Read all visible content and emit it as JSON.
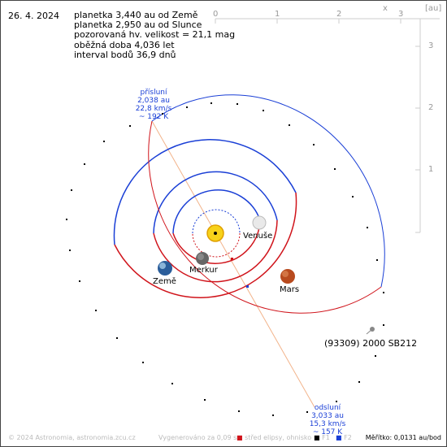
{
  "date": "26. 4. 2024",
  "info": {
    "line1": "planetka 3,440 au od Země",
    "line2": "planetka 2,950 au od Slunce",
    "line3": "pozorovaná hv. velikost = 21,1 mag",
    "line4": "oběžná doba 4,036 let",
    "line5": "interval bodů 36,9 dnů"
  },
  "axes": {
    "x_ticks": [
      "0",
      "1",
      "2",
      "3"
    ],
    "y_ticks": [
      "3",
      "2",
      "1"
    ],
    "x_name": "x",
    "unit": "[au]"
  },
  "perihelion": {
    "title": "přísluní",
    "distance": "2,038 au",
    "speed": "22,8 km/s",
    "temp": "~ 192 K"
  },
  "aphelion": {
    "title": "odsluní",
    "distance": "3,033 au",
    "speed": "15,3 km/s",
    "temp": "~ 157 K"
  },
  "labels": {
    "venus": "Venuše",
    "mercury": "Merkur",
    "earth": "Země",
    "mars": "Mars",
    "asteroid": "(93309) 2000 SB212"
  },
  "footer": {
    "copyright": "© 2024 Astronomia, astronomia.zcu.cz",
    "generated": "Vygenerováno za 0,09 s",
    "legend1": "střed elipsy, ohnisko",
    "legend2": "F1",
    "legend3": "F2",
    "scale": "Měřítko: 0,0131 au/bod"
  },
  "colors": {
    "orbit_blue": "#1a3fd6",
    "orbit_red": "#d0141b",
    "apsis_line": "#f2b38a",
    "grid": "#bbbbbb",
    "sun": "#f7d21a"
  }
}
